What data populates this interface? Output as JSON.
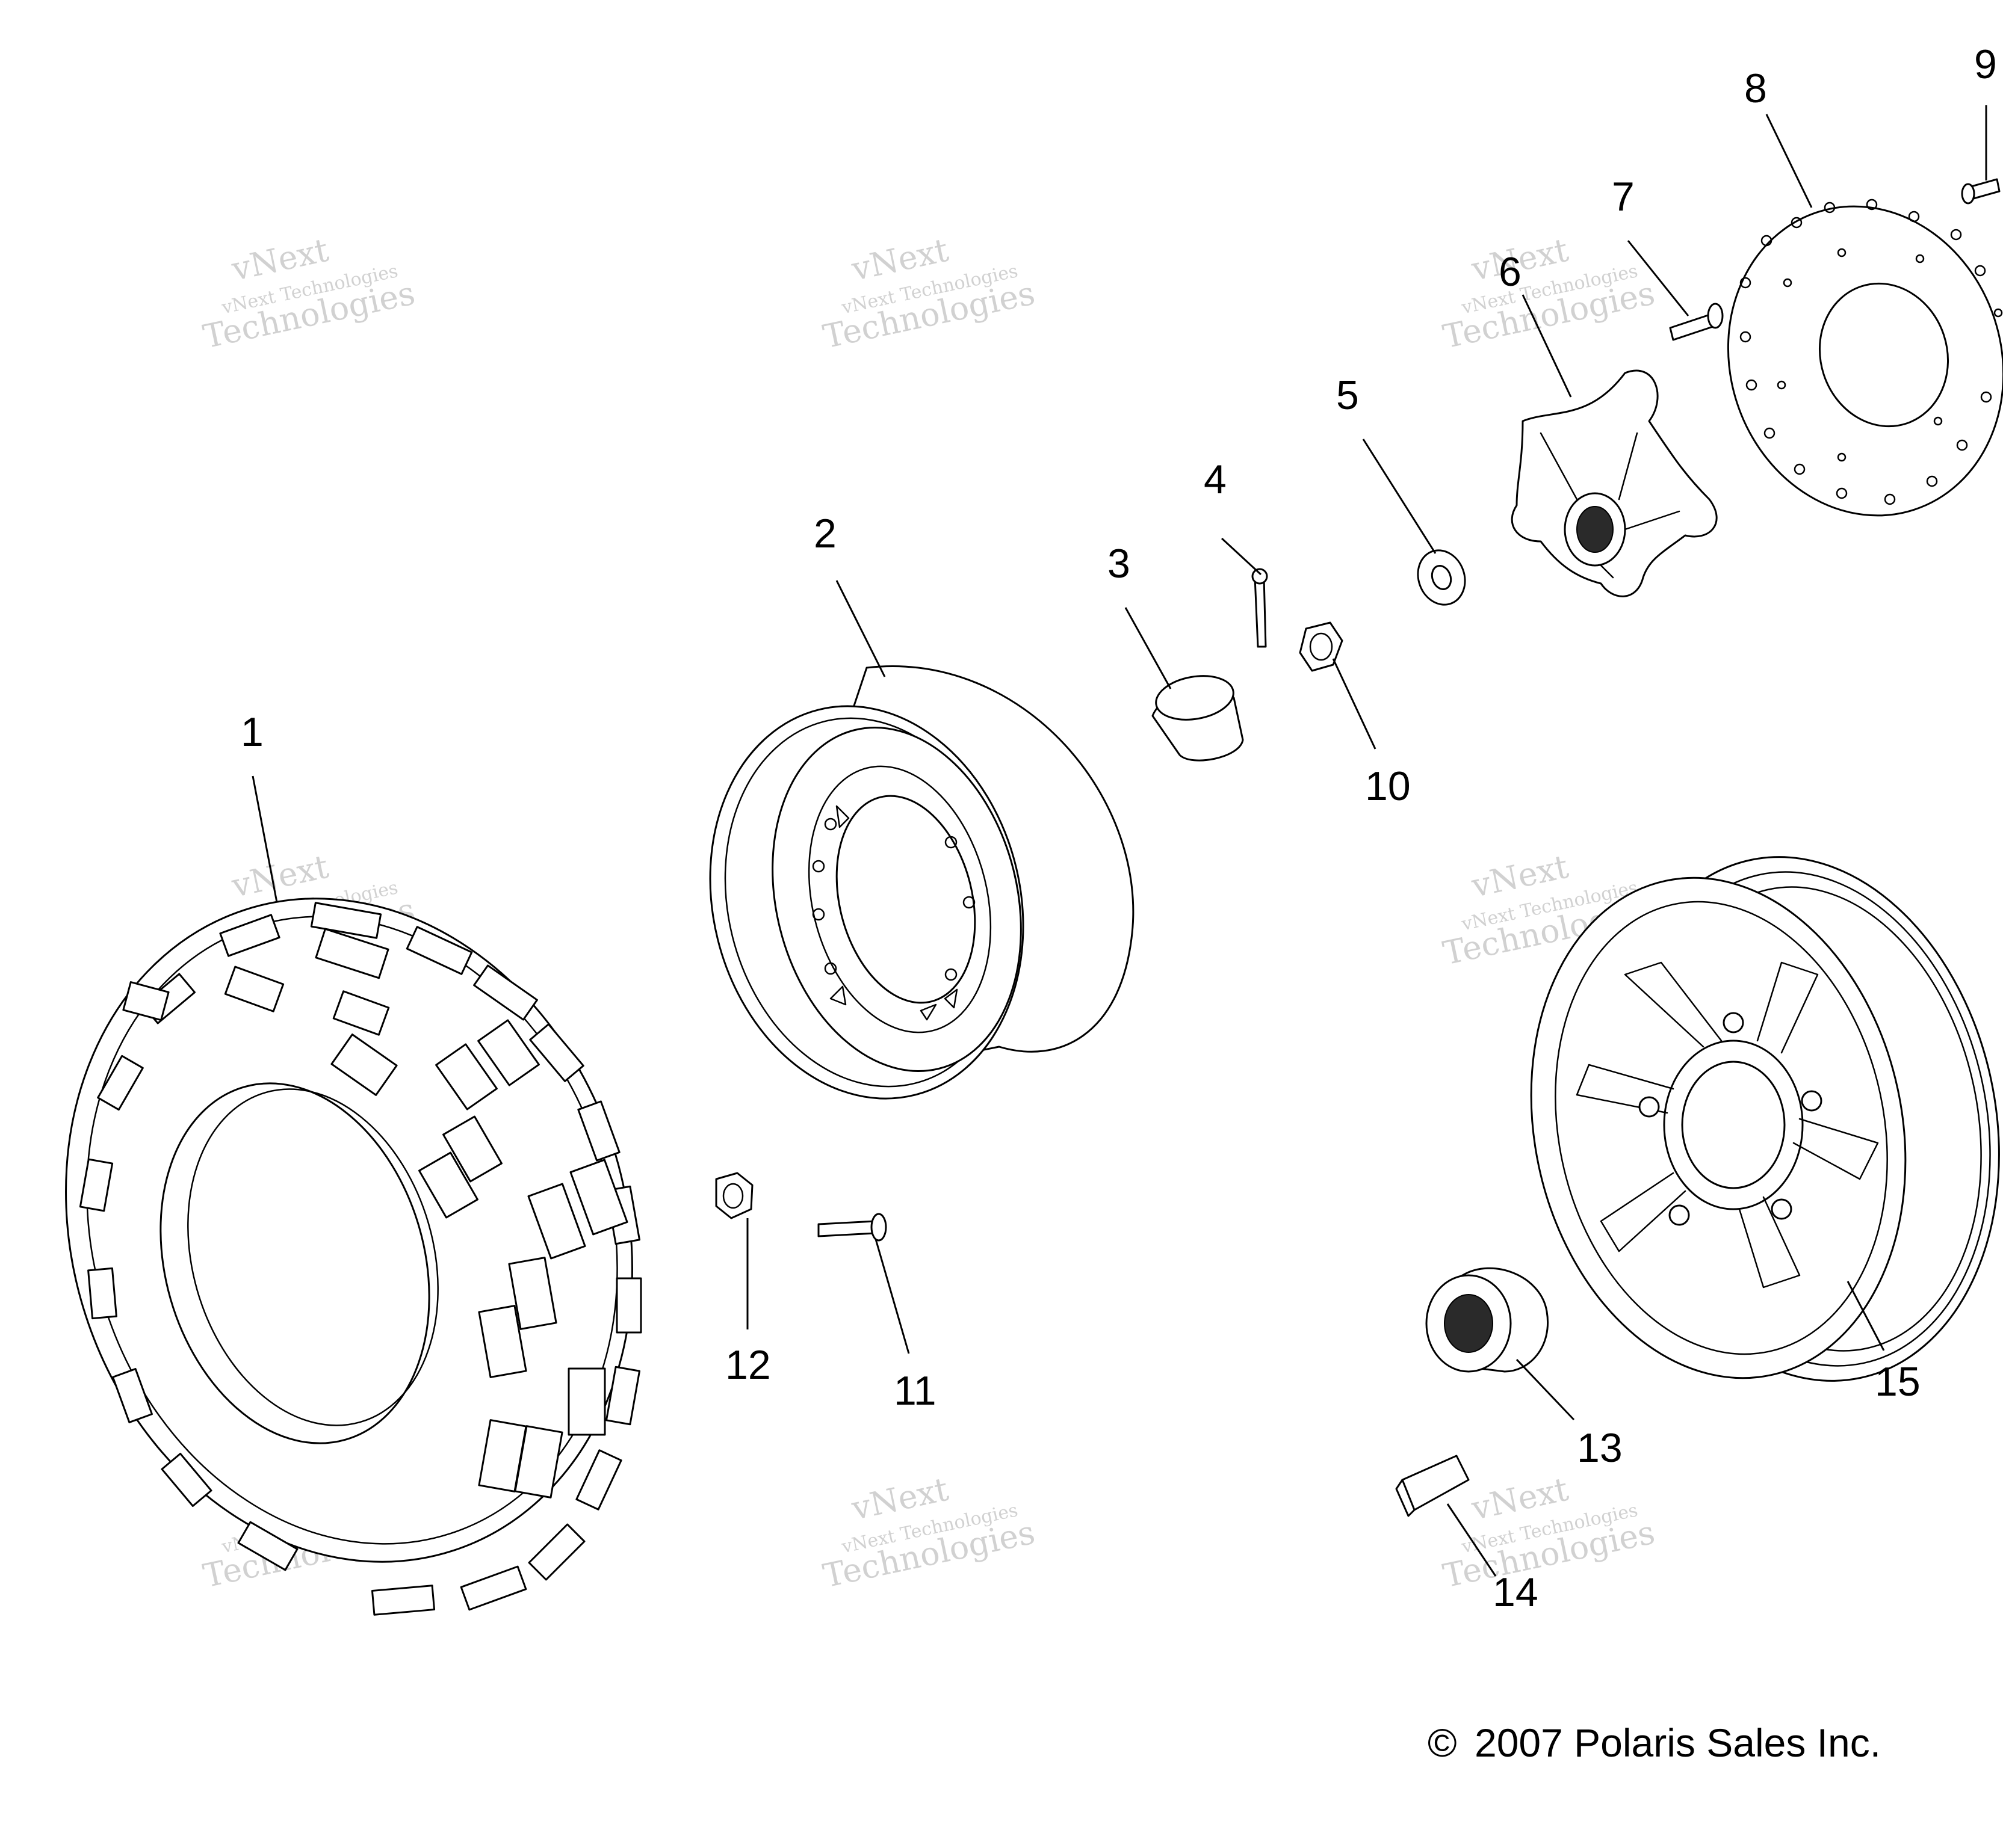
{
  "callouts": [
    {
      "id": "1",
      "label": "1"
    },
    {
      "id": "2",
      "label": "2"
    },
    {
      "id": "3",
      "label": "3"
    },
    {
      "id": "4",
      "label": "4"
    },
    {
      "id": "5",
      "label": "5"
    },
    {
      "id": "6",
      "label": "6"
    },
    {
      "id": "7",
      "label": "7"
    },
    {
      "id": "8",
      "label": "8"
    },
    {
      "id": "9",
      "label": "9"
    },
    {
      "id": "10",
      "label": "10"
    },
    {
      "id": "11",
      "label": "11"
    },
    {
      "id": "12",
      "label": "12"
    },
    {
      "id": "13",
      "label": "13"
    },
    {
      "id": "14",
      "label": "14"
    },
    {
      "id": "15",
      "label": "15"
    }
  ],
  "watermark": {
    "line1": "vNext",
    "line2": "vNext Technologies",
    "line3": "Technologies"
  },
  "copyright": {
    "symbol": "©",
    "text": "2007 Polaris Sales Inc."
  },
  "colors": {
    "line": "#000000",
    "background": "#ffffff",
    "watermark": "#9a9a9a"
  }
}
